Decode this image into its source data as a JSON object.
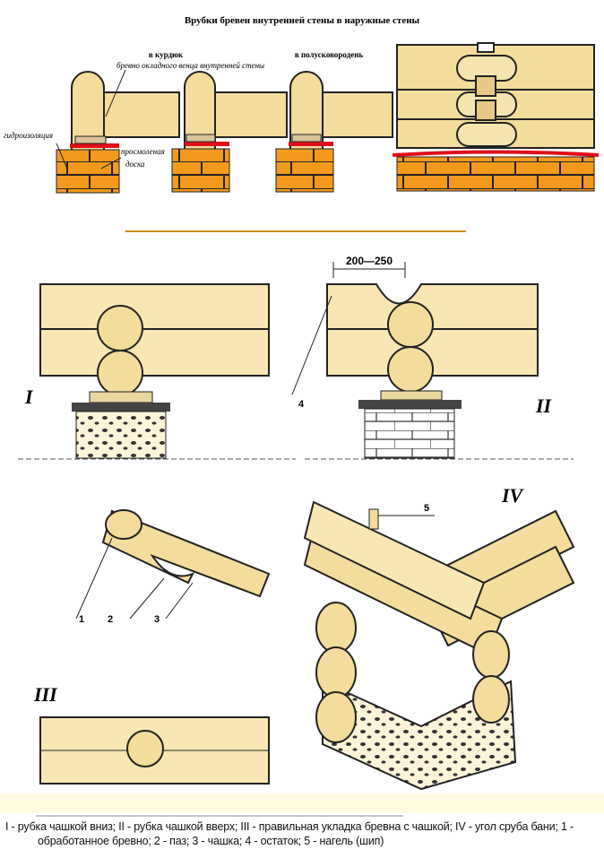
{
  "top": {
    "title": "Врубки бревен внутренней стены в наружные стены",
    "label_kurdyuk": "в курдюк",
    "label_polusk": "в полусковородень",
    "label_log": "бревно окладного венца внутренней стены",
    "label_hydro": "гидроизоляция",
    "label_board_1": "просмоленая",
    "label_board_2": "доска"
  },
  "figures": {
    "fig1_label": "I",
    "fig2_label": "II",
    "fig3_label": "III",
    "fig4_label": "IV",
    "dimension": "200—250",
    "callouts": [
      "1",
      "2",
      "3",
      "4",
      "5"
    ]
  },
  "caption": {
    "line1": "I - рубка чашкой вниз; II - рубка чашкой вверх; III - правильная укладка бревна с чашкой; IV - угол сруба бани; 1 -",
    "line2": "обработанное бревно; 2 - паз; 3 - чашка; 4 - остаток; 5 - нагель (шип)"
  },
  "colors": {
    "wood": "#f3dc9c",
    "brick": "#f39a1e",
    "red": "#e0101a",
    "divider": "#c8901e"
  }
}
